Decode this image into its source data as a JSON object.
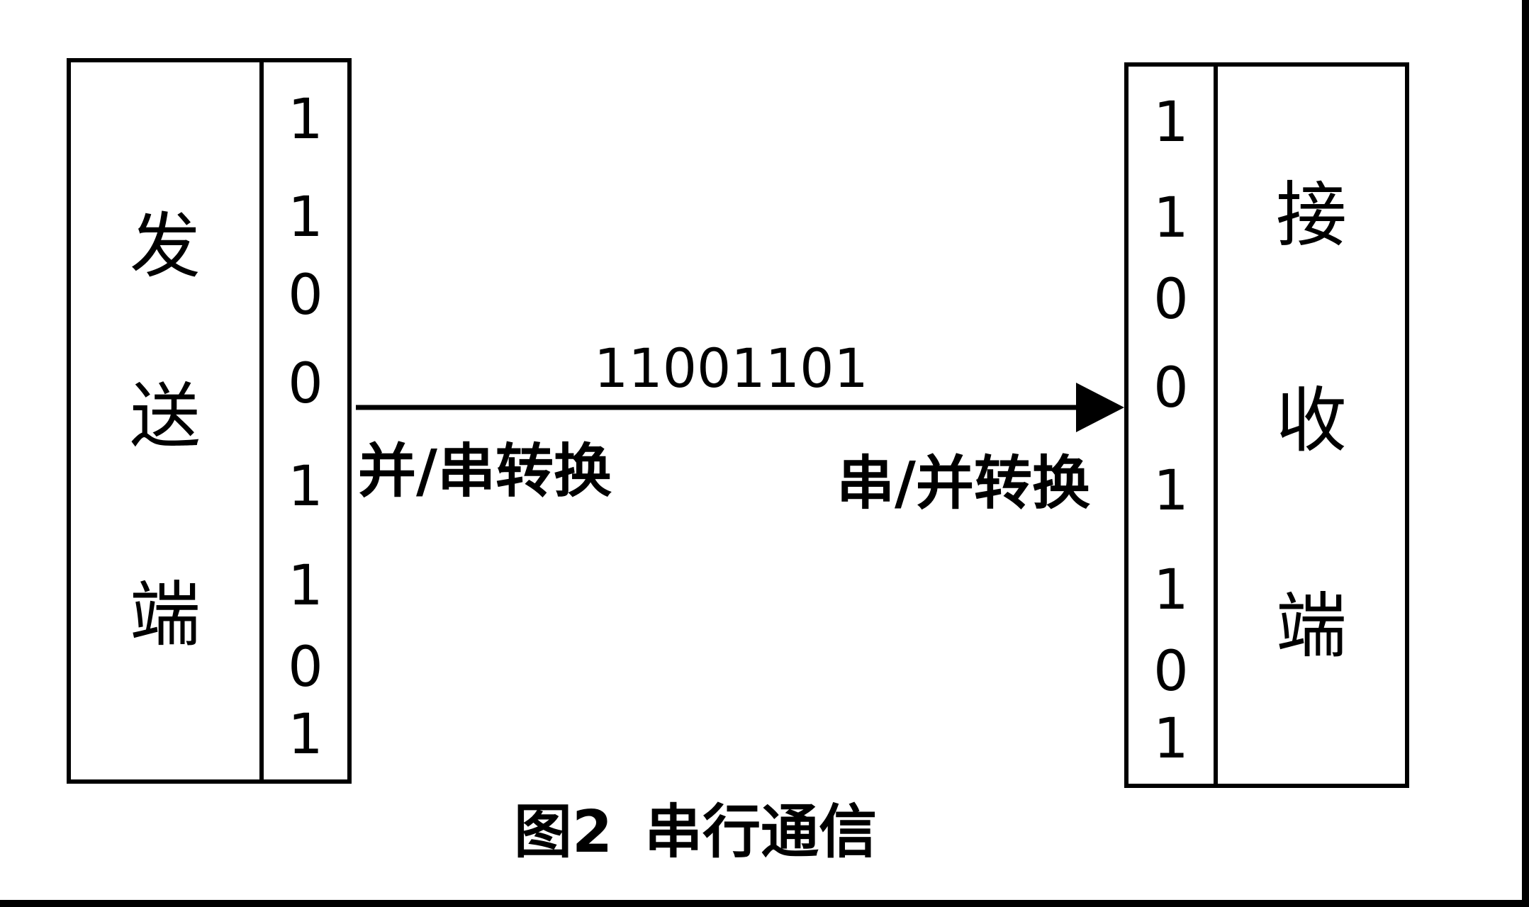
{
  "sender": {
    "chars": [
      "发",
      "送",
      "端"
    ],
    "bits": [
      "1",
      "1",
      "0",
      "0",
      "1",
      "1",
      "0",
      "1"
    ]
  },
  "receiver": {
    "chars": [
      "接",
      "收",
      "端"
    ],
    "bits": [
      "1",
      "1",
      "0",
      "0",
      "1",
      "1",
      "0",
      "1"
    ]
  },
  "transmission": {
    "data": "11001101",
    "left_label": "并/串转换",
    "right_label": "串/并转换"
  },
  "caption": {
    "number": "图2",
    "text": "串行通信"
  }
}
